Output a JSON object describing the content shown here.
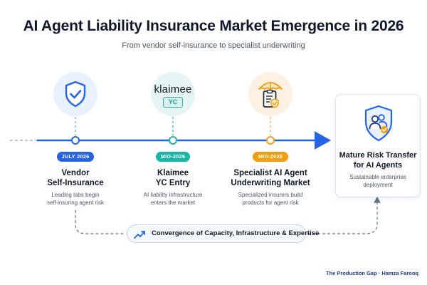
{
  "header": {
    "title": "AI Agent Liability Insurance Market Emergence in 2026",
    "subtitle": "From vendor self-insurance to specialist underwriting"
  },
  "colors": {
    "primary_blue": "#2563eb",
    "teal": "#14b8a6",
    "amber": "#f59e0b",
    "dark_text": "#111827"
  },
  "stages": [
    {
      "badge": "JULY 2026",
      "title_line1": "Vendor",
      "title_line2": "Self-Insurance",
      "desc_line1": "Leading labs begin",
      "desc_line2": "self-insuring agent risk",
      "icon": "shield-check-icon"
    },
    {
      "badge": "MID-2026",
      "title_line1": "Klaimee",
      "title_line2": "YC Entry",
      "desc_line1": "AI liability infrastructure",
      "desc_line2": "enters the market",
      "logo_text": "klaimee",
      "logo_badge": "YC",
      "icon": "klaimee-logo"
    },
    {
      "badge": "MID-2026",
      "title_line1": "Specialist AI Agent",
      "title_line2": "Underwriting Market",
      "desc_line1": "Specialized insurers build",
      "desc_line2": "products for agent risk",
      "icon": "umbrella-clipboard-icon"
    }
  ],
  "final": {
    "title_line1": "Mature Risk Transfer",
    "title_line2": "for AI Agents",
    "desc_line1": "Sustainable enterprise",
    "desc_line2": "deployment",
    "icon": "protected-users-icon"
  },
  "convergence": {
    "label": "Convergence of Capacity, Infrastructure & Expertise",
    "icon": "trend-up-icon"
  },
  "footer": {
    "credit": "The Production Gap · Hamza Farooq"
  }
}
